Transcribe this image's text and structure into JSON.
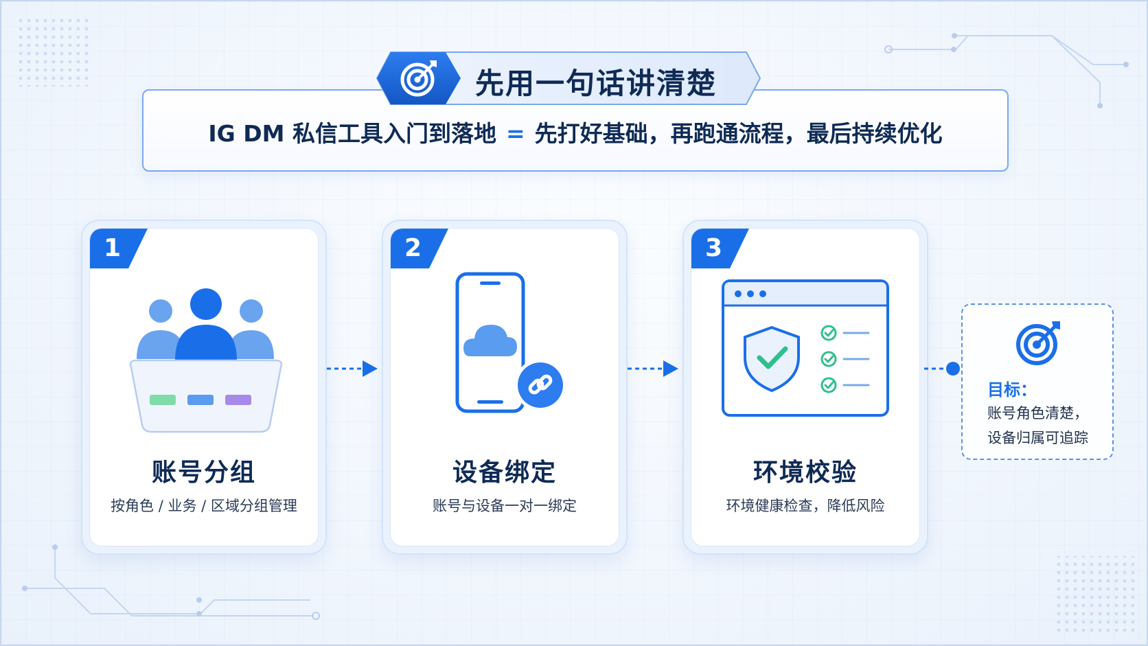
{
  "header": {
    "badge_title": "先用一句话讲清楚",
    "summary_left": "IG DM 私信工具入门到落地",
    "summary_eq": "=",
    "summary_right": "先打好基础，再跑通流程，最后持续优化"
  },
  "steps": [
    {
      "number": "1",
      "title": "账号分组",
      "desc": "按角色 / 业务 / 区域分组管理",
      "icon": "user-group-icon"
    },
    {
      "number": "2",
      "title": "设备绑定",
      "desc": "账号与设备一对一绑定",
      "icon": "phone-cloud-link-icon"
    },
    {
      "number": "3",
      "title": "环境校验",
      "desc": "环境健康检查，降低风险",
      "icon": "browser-shield-check-icon"
    }
  ],
  "goal": {
    "title": "目标：",
    "line1": "账号角色清楚，",
    "line2": "设备归属可追踪",
    "icon": "target-icon"
  },
  "colors": {
    "primary": "#1a6fe8",
    "navy": "#0f2a55",
    "light_blue": "#6aa3ee",
    "check_green": "#2fbf8f"
  }
}
